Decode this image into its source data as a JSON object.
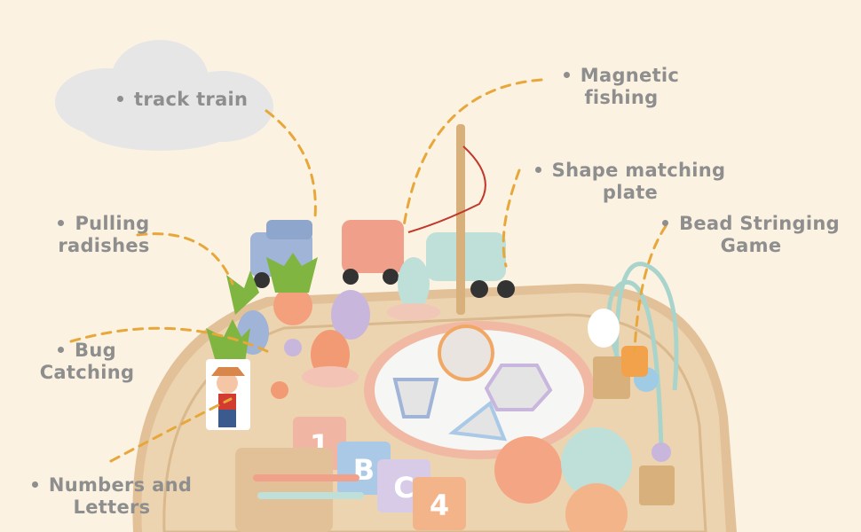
{
  "features": {
    "track_train": "track train",
    "magnetic_fishing": [
      "Magnetic",
      "fishing"
    ],
    "shape_matching": [
      "Shape matching",
      "plate"
    ],
    "pulling_radishes": [
      "Pulling",
      "radishes"
    ],
    "bead_stringing": [
      "Bead Stringing",
      "Game"
    ],
    "bug_catching": [
      "Bug",
      "Catching"
    ],
    "numbers_letters": [
      "Numbers and",
      "Letters"
    ]
  },
  "blocks": [
    "1",
    "B",
    "C",
    "4"
  ],
  "colors": {
    "background": "#fbf2e2",
    "label_text": "#8e8e8e",
    "leader_line": "#e7a73a",
    "cloud": "#e6e6e6",
    "table_wood": "#ead1ad"
  }
}
